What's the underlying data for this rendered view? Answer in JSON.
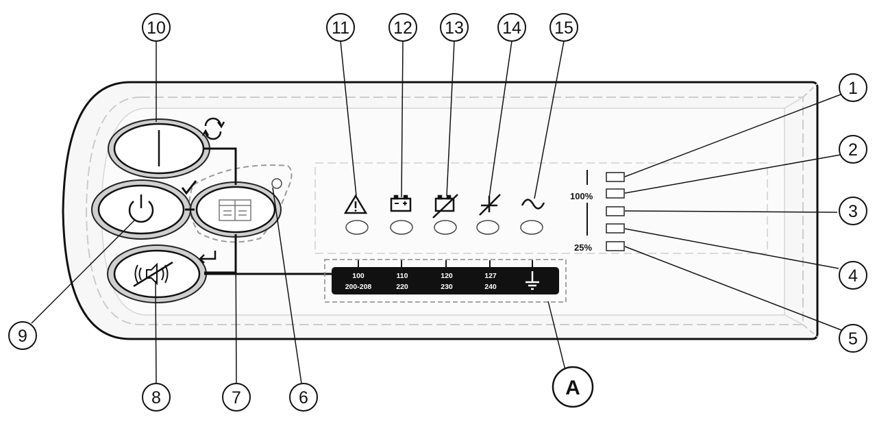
{
  "callouts": {
    "c1": "1",
    "c2": "2",
    "c3": "3",
    "c4": "4",
    "c5": "5",
    "c6": "6",
    "c7": "7",
    "c8": "8",
    "c9": "9",
    "c10": "10",
    "c11": "11",
    "c12": "12",
    "c13": "13",
    "c14": "14",
    "c15": "15",
    "cA": "A"
  },
  "load_scale": {
    "top": "100%",
    "bottom": "25%"
  },
  "voltage_strip": {
    "v100": {
      "top": "100",
      "bottom": "200-208"
    },
    "v110": {
      "top": "110",
      "bottom": "220"
    },
    "v120": {
      "top": "120",
      "bottom": "230"
    },
    "v127": {
      "top": "127",
      "bottom": "240"
    }
  },
  "icons": {
    "on_button": "power-on-line-icon",
    "standby_button": "power-standby-icon",
    "buzzer_button": "buzzer-mute-icon",
    "menu_button": "menu-card-icon",
    "cycle": "cycle-arrows-icon",
    "confirm": "checkmark-icon",
    "enter": "enter-arrow-icon",
    "alarm": "warning-triangle-icon",
    "battery": "battery-icon",
    "battery_fault": "battery-crossed-icon",
    "bypass": "bypass-icon",
    "ac_input": "sine-wave-icon",
    "ground": "ground-icon"
  },
  "colors": {
    "line": "#111111",
    "panel_fill": "#f7f7f7",
    "dashed": "#bbbbbb",
    "strip": "#111111"
  }
}
